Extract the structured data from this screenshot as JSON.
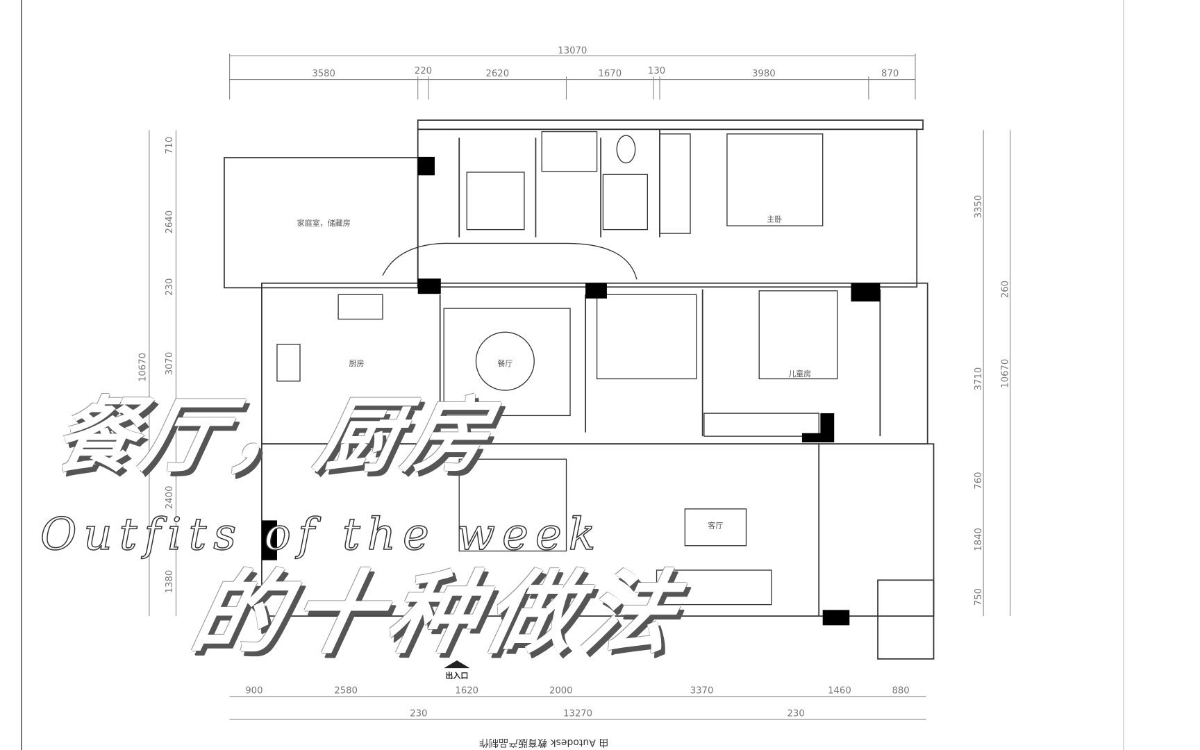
{
  "plan": {
    "top_total": "13070",
    "top_dims": [
      "3580",
      "220",
      "2620",
      "1670",
      "130",
      "3980",
      "870"
    ],
    "bottom_dims": [
      "900",
      "2580",
      "1620",
      "2000",
      "3370",
      "1460",
      "880"
    ],
    "bottom_total": [
      "230",
      "13270",
      "230"
    ],
    "left_dims": [
      "710",
      "2640",
      "230",
      "3070",
      "2400",
      "1380"
    ],
    "left_total": "10670",
    "right_dims": [
      "3350",
      "260",
      "3710",
      "760",
      "1840",
      "750"
    ],
    "right_total": "10670",
    "rooms": {
      "family": "家庭室，储藏房",
      "master": "主卧",
      "kitchen": "厨房",
      "dining": "餐厅",
      "kids": "儿童房",
      "living": "客厅",
      "entry": "出入口"
    },
    "footer": "由 Autodesk 教育版产品制作"
  },
  "overlay": {
    "line1": "餐厅，厨房",
    "line2": "Outfits of the week",
    "line3": "的十种做法"
  }
}
